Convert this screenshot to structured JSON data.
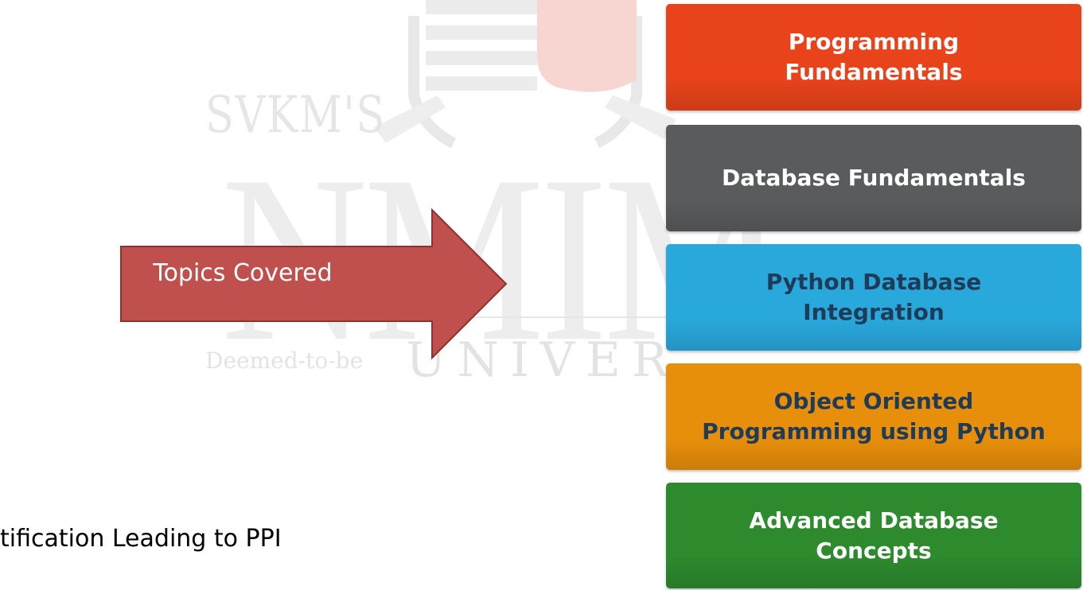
{
  "watermark": {
    "line1": "SVKM'S",
    "line2": "NMIM",
    "line3_left": "Deemed-to-be",
    "line3_right": "UNIVER"
  },
  "arrow": {
    "label": "Topics Covered",
    "color": "#c0504d"
  },
  "topics": [
    {
      "label": "Programming\nFundamentals",
      "bg": "#e8431a",
      "color": "#ffffff"
    },
    {
      "label": "Database Fundamentals",
      "bg": "#5a5b5d",
      "color": "#ffffff"
    },
    {
      "label": "Python Database\nIntegration",
      "bg": "#29a8dc",
      "color": "#1f3b57"
    },
    {
      "label": "Object Oriented\nProgramming using Python",
      "bg": "#e78f0a",
      "color": "#1f3b57"
    },
    {
      "label": "Advanced Database\nConcepts",
      "bg": "#2d8a2d",
      "color": "#ffffff"
    }
  ],
  "bottom": {
    "text": "tification Leading to PPI"
  }
}
